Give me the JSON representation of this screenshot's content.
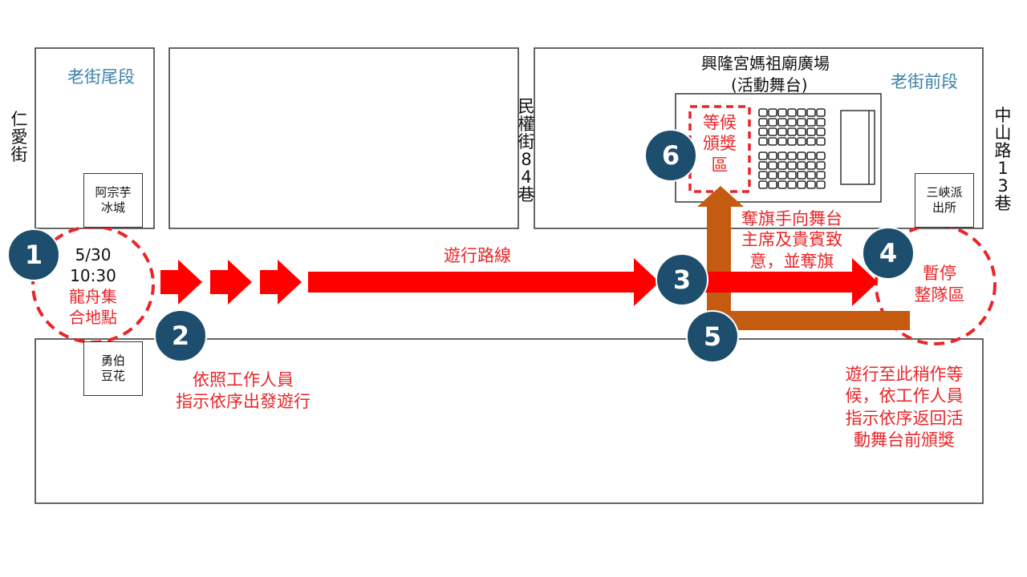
{
  "streets": {
    "renai": "仁愛街",
    "minquan": "民權街84巷",
    "zhongshan": "中山路13巷"
  },
  "blocks": {
    "old_street_end": "老街尾段",
    "old_street_front": "老街前段"
  },
  "plaza": {
    "title": "興隆宮媽祖廟廣場",
    "subtitle": "(活動舞台)"
  },
  "shops": {
    "azong_line1": "阿宗芋",
    "azong_line2": "冰城",
    "yongbo_line1": "勇伯",
    "yongbo_line2": "豆花",
    "police_line1": "三峽派",
    "police_line2": "出所"
  },
  "steps": [
    {
      "number": "1",
      "lines": [
        "5/30",
        "10:30",
        "龍舟集",
        "合地點"
      ]
    },
    {
      "number": "2",
      "lines": [
        "依照工作人員",
        "指示依序出發遊行"
      ]
    },
    {
      "number": "3",
      "lines": [
        "奪旗手向舞台",
        "主席及貴賓致",
        "意，並奪旗"
      ]
    },
    {
      "number": "4",
      "lines": [
        "暫停",
        "整隊區"
      ]
    },
    {
      "number": "5",
      "lines": [
        "遊行至此稍作等",
        "候，依工作人員",
        "指示依序返回活",
        "動舞台前頒獎"
      ]
    },
    {
      "number": "6",
      "lines": [
        "等候",
        "頒獎",
        "區"
      ]
    }
  ],
  "route_label": "遊行路線",
  "colors": {
    "route_red": "#ff0000",
    "return_orange": "#c55a11",
    "badge_blue": "#1d4e6e",
    "label_red": "#e8262a",
    "block_label_blue": "#3b82a8"
  }
}
